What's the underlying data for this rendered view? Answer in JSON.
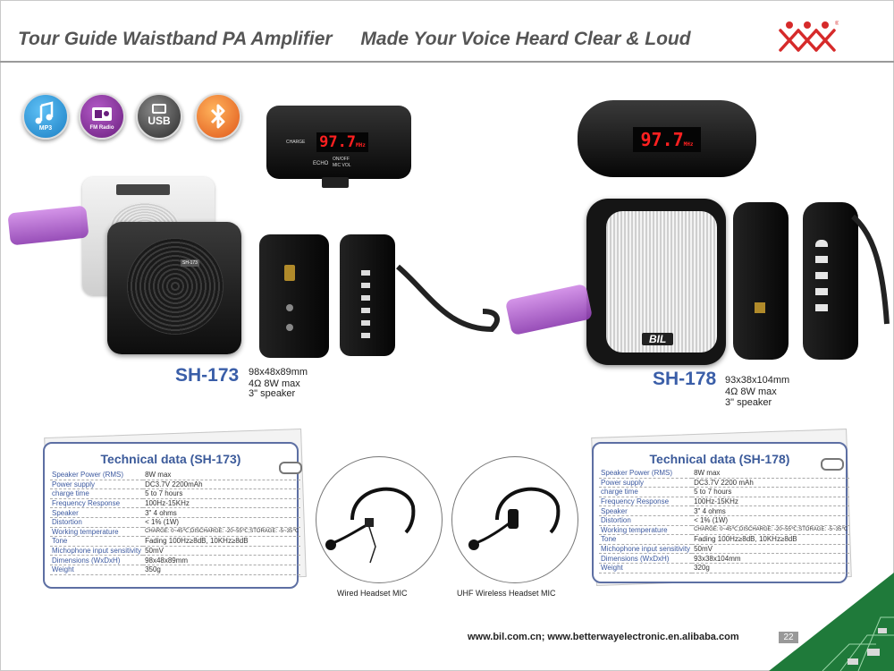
{
  "header": {
    "title_left": "Tour Guide Waistband PA Amplifier",
    "title_right": "Made Your Voice Heard Clear & Loud"
  },
  "features": [
    {
      "name": "MP3",
      "color": "#1b8fd6"
    },
    {
      "name": "FM Radio",
      "color": "#7b2f8f"
    },
    {
      "name": "USB",
      "color": "#4a4a4a"
    },
    {
      "name": "Bluetooth",
      "color": "#f07a1e"
    }
  ],
  "device_labels": {
    "display": "97.7",
    "display_unit": "MHz",
    "charge": "CHARGE",
    "echo": "ECHO",
    "on_off": "ON/OFF",
    "mic_vol": "MIC VOL",
    "front_brand_173": "SH-173",
    "brand_178": "BIL"
  },
  "products": [
    {
      "model": "SH-173",
      "dims": "98x48x89mm",
      "power": "4Ω 8W max",
      "speaker": "3\" speaker"
    },
    {
      "model": "SH-178",
      "dims": "93x38x104mm",
      "power": "4Ω 8W max",
      "speaker": "3\" speaker"
    }
  ],
  "tech_tables": [
    {
      "title": "Technical data (SH-173)",
      "rows": [
        {
          "k": "Speaker Power (RMS)",
          "v": "8W max"
        },
        {
          "k": "Power supply",
          "v": "DC3.7V 2200mAh"
        },
        {
          "k": "charge time",
          "v": "5 to 7 hours"
        },
        {
          "k": "Frequency Response",
          "v": "100Hz-15KHz"
        },
        {
          "k": "Speaker",
          "v": "3\"  4 ohms"
        },
        {
          "k": "Distortion",
          "v": "< 1% (1W)"
        },
        {
          "k": "Working temperature",
          "v": "CHARGE: 0~45℃;DISCHARGE: -20~55℃;STORAGE: -5~35℃"
        },
        {
          "k": "Tone",
          "v": "Fading 100Hz≥8dB, 10KHz≥8dB"
        },
        {
          "k": "Michophone input sensitivity",
          "v": "50mV"
        },
        {
          "k": "Dimensions (WxDxH)",
          "v": "98x48x89mm"
        },
        {
          "k": "Weight",
          "v": "350g"
        }
      ]
    },
    {
      "title": "Technical data (SH-178)",
      "rows": [
        {
          "k": "Speaker Power (RMS)",
          "v": "8W max"
        },
        {
          "k": "Power supply",
          "v": "DC3.7V 2200 mAh"
        },
        {
          "k": "charge time",
          "v": "5 to 7 hours"
        },
        {
          "k": "Frequency Response",
          "v": "100Hz-15KHz"
        },
        {
          "k": "Speaker",
          "v": "3\"  4 ohms"
        },
        {
          "k": "Distortion",
          "v": "< 1% (1W)"
        },
        {
          "k": "Working temperature",
          "v": "CHARGE: 0~45℃;DISCHARGE: -20~55℃;STORAGE: -5~35℃"
        },
        {
          "k": "Tone",
          "v": "Fading 100Hz≥8dB, 10KHz≥8dB"
        },
        {
          "k": "Michophone input sensitivity",
          "v": "50mV"
        },
        {
          "k": "Dimensions (WxDxH)",
          "v": "93x38x104mm"
        },
        {
          "k": "Weight",
          "v": "320g"
        }
      ]
    }
  ],
  "mics": [
    {
      "caption": "Wired Headset MIC"
    },
    {
      "caption": "UHF Wireless Headset MIC"
    }
  ],
  "footer": {
    "urls": "www.bil.com.cn;   www.betterwayelectronic.en.alibaba.com",
    "page": "22"
  }
}
